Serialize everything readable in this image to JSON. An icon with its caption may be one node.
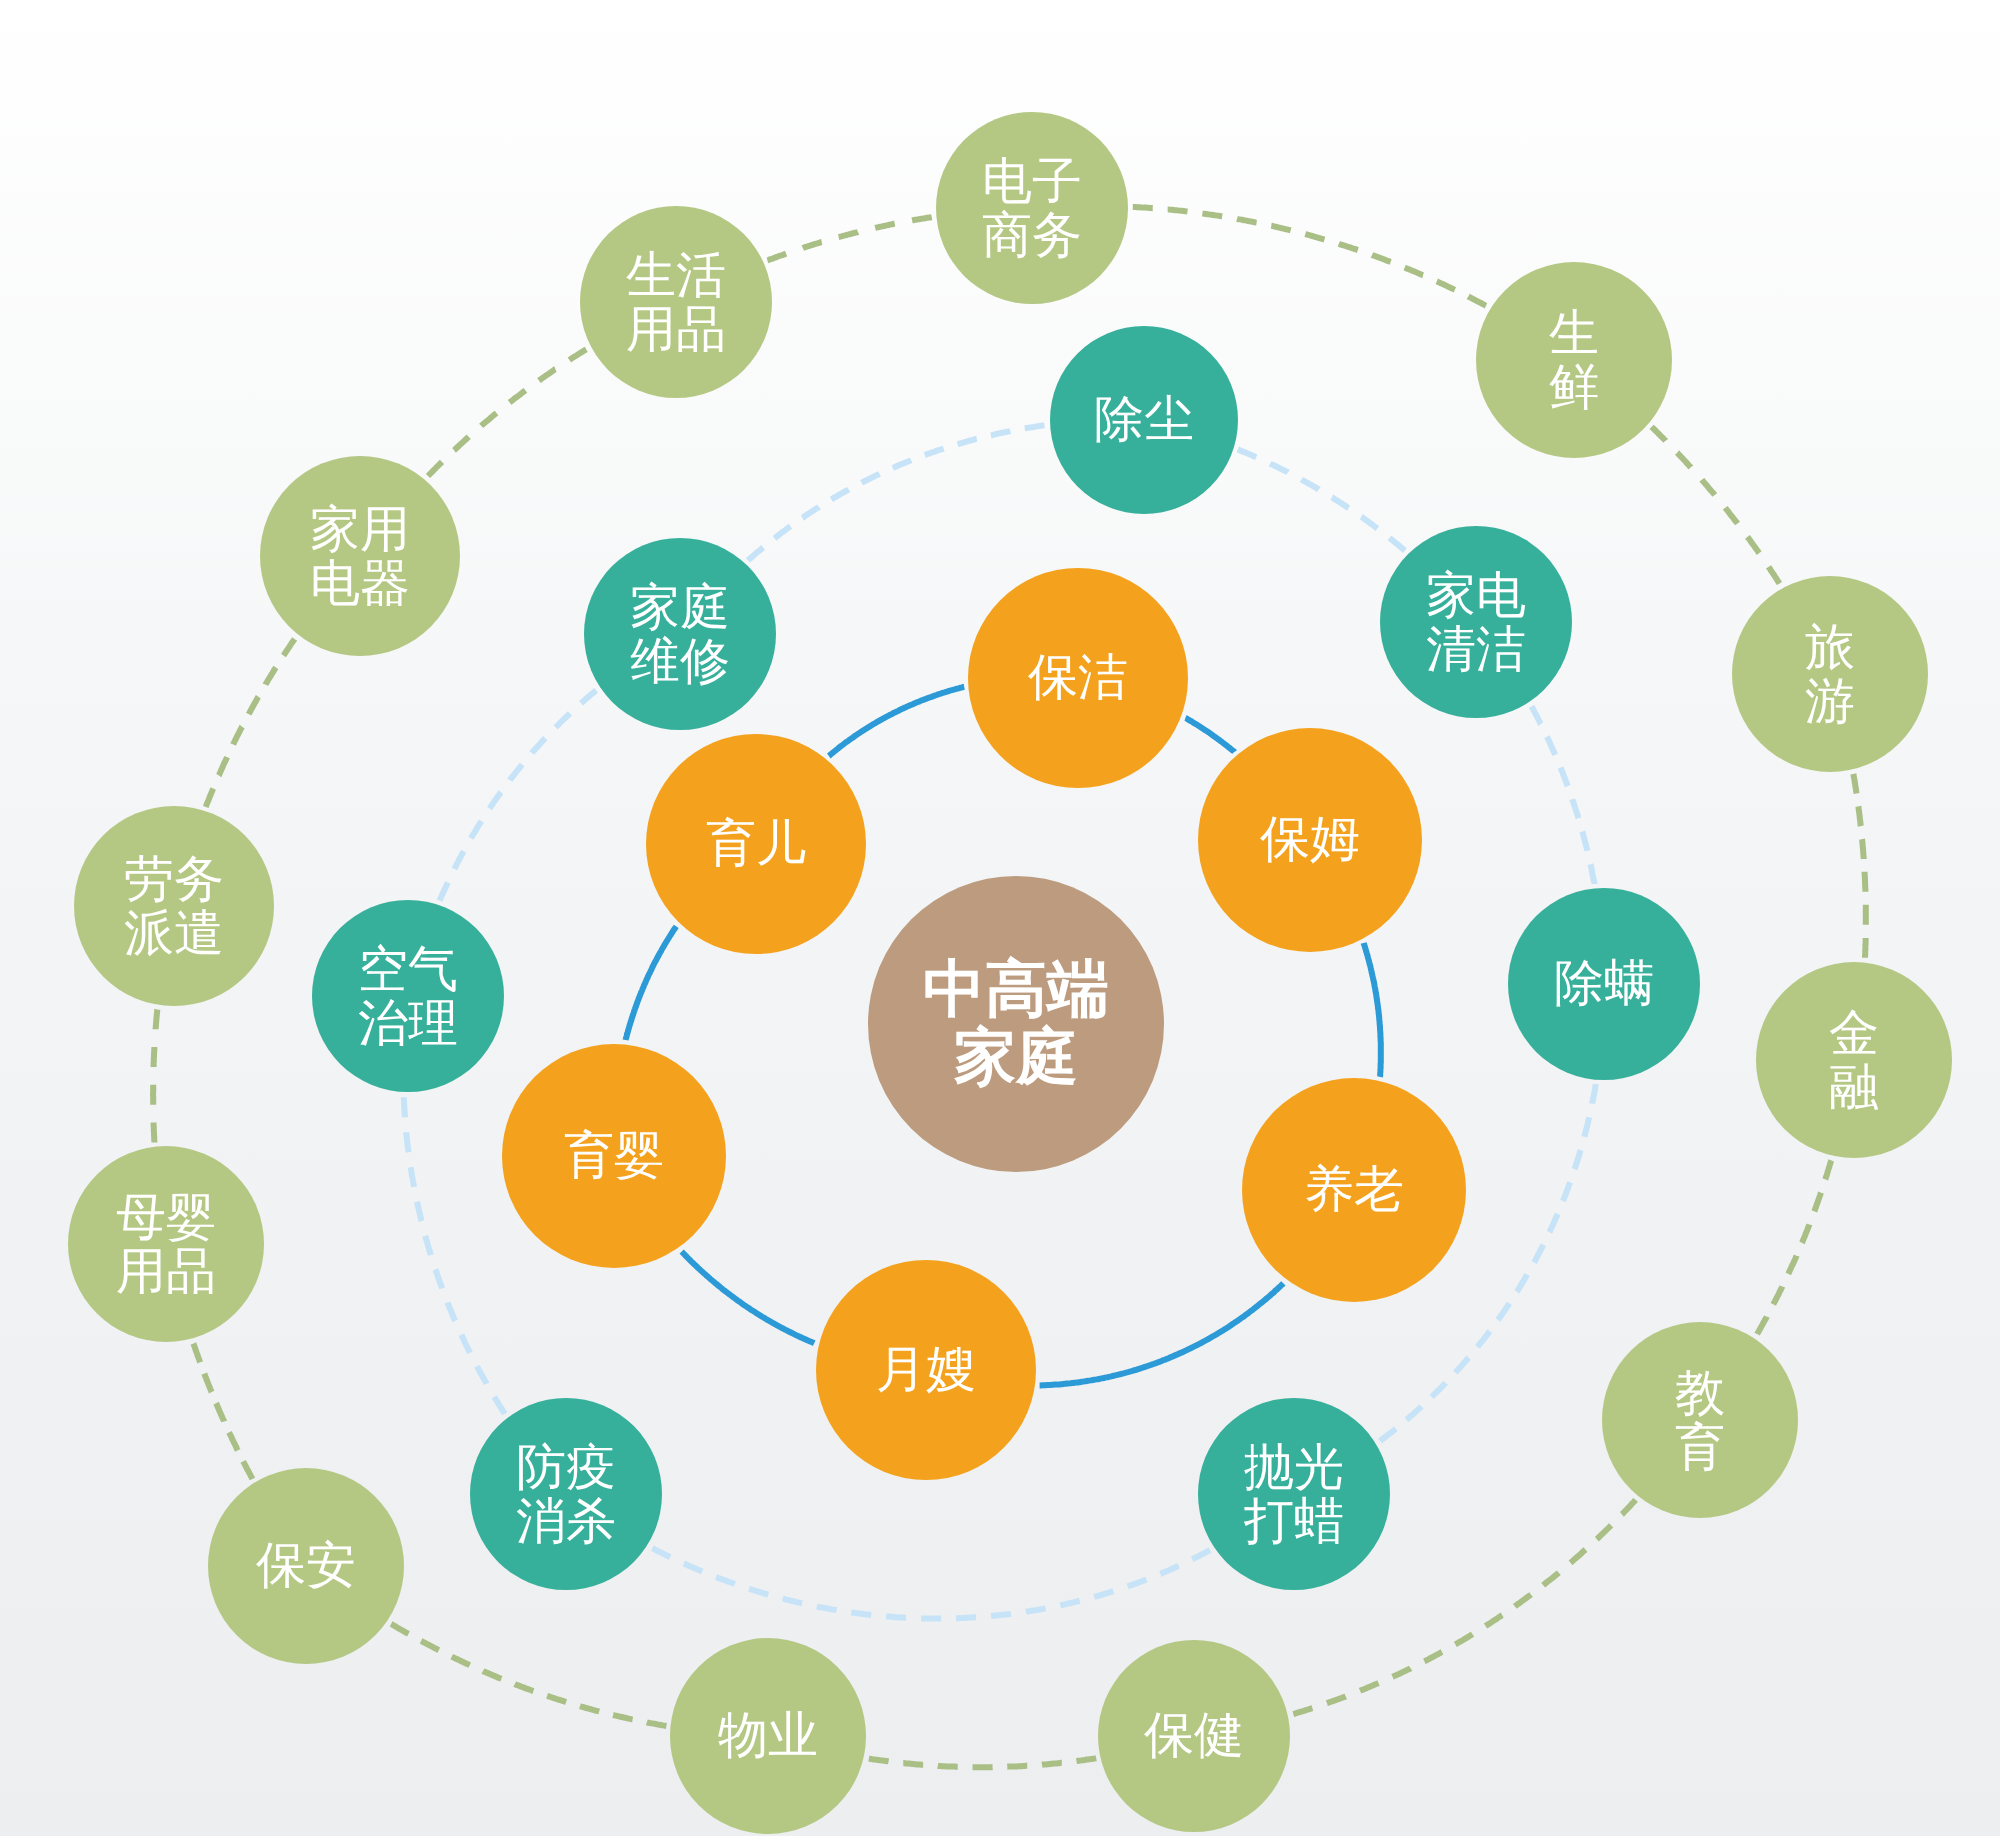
{
  "diagram": {
    "nodes": [
      {
        "text": [
          "中高端家庭"
        ]
      },
      {
        "text": [
          "保洁"
        ]
      },
      {
        "text": [
          "保姆"
        ]
      },
      {
        "text": [
          "养老"
        ]
      },
      {
        "text": [
          "月嫂"
        ]
      },
      {
        "text": [
          "育婴"
        ]
      },
      {
        "text": [
          "育儿"
        ]
      },
      {
        "text": [
          "除尘"
        ]
      },
      {
        "text": [
          "家电清洁"
        ]
      },
      {
        "text": [
          "除螨"
        ]
      },
      {
        "text": [
          "抛光打蜡"
        ]
      },
      {
        "text": [
          "防疫消杀"
        ]
      },
      {
        "text": [
          "空气治理"
        ]
      },
      {
        "text": [
          "家庭维修"
        ]
      },
      {
        "text": [
          "电子商务"
        ]
      },
      {
        "text": [
          "生鲜"
        ]
      },
      {
        "text": [
          "旅游"
        ]
      },
      {
        "text": [
          "金融"
        ]
      },
      {
        "text": [
          "教育"
        ]
      },
      {
        "text": [
          "保健"
        ]
      },
      {
        "text": [
          "物业"
        ]
      },
      {
        "text": [
          "保安"
        ]
      },
      {
        "text": [
          "母婴用品"
        ]
      },
      {
        "text": [
          "劳务派遣"
        ]
      },
      {
        "text": [
          "家用电器"
        ]
      },
      {
        "text": [
          "生活用品"
        ]
      }
    ],
    "edges": [
      {
        "from": 1,
        "to": 2,
        "arrow": "none",
        "color": "#2b9ad6"
      },
      {
        "from": 2,
        "to": 3,
        "arrow": "none",
        "color": "#2b9ad6"
      },
      {
        "from": 3,
        "to": 4,
        "arrow": "none",
        "color": "#2b9ad6"
      },
      {
        "from": 4,
        "to": 5,
        "arrow": "none",
        "color": "#2b9ad6"
      },
      {
        "from": 5,
        "to": 6,
        "arrow": "none",
        "color": "#2b9ad6"
      },
      {
        "from": 6,
        "to": 1,
        "arrow": "none",
        "color": "#2b9ad6"
      },
      {
        "from": 7,
        "to": 8,
        "arrow": "none",
        "style": "dashed",
        "color": "#c6e3f7"
      },
      {
        "from": 8,
        "to": 9,
        "arrow": "none",
        "style": "dashed",
        "color": "#c6e3f7"
      },
      {
        "from": 9,
        "to": 10,
        "arrow": "none",
        "style": "dashed",
        "color": "#c6e3f7"
      },
      {
        "from": 10,
        "to": 11,
        "arrow": "none",
        "style": "dashed",
        "color": "#c6e3f7"
      },
      {
        "from": 11,
        "to": 12,
        "arrow": "none",
        "style": "dashed",
        "color": "#c6e3f7"
      },
      {
        "from": 12,
        "to": 13,
        "arrow": "none",
        "style": "dashed",
        "color": "#c6e3f7"
      },
      {
        "from": 13,
        "to": 7,
        "arrow": "none",
        "style": "dashed",
        "color": "#c6e3f7"
      },
      {
        "from": 14,
        "to": 15,
        "arrow": "none",
        "style": "dashed"
      },
      {
        "from": 15,
        "to": 16,
        "arrow": "none",
        "style": "dashed"
      },
      {
        "from": 16,
        "to": 17,
        "arrow": "none",
        "style": "dashed"
      },
      {
        "from": 17,
        "to": 18,
        "arrow": "none",
        "style": "dashed"
      },
      {
        "from": 18,
        "to": 19,
        "arrow": "none",
        "style": "dashed"
      },
      {
        "from": 19,
        "to": 20,
        "arrow": "none",
        "style": "dashed"
      },
      {
        "from": 20,
        "to": 21,
        "arrow": "none",
        "style": "dashed"
      },
      {
        "from": 21,
        "to": 22,
        "arrow": "none",
        "style": "dashed"
      },
      {
        "from": 22,
        "to": 23,
        "arrow": "none",
        "style": "dashed"
      },
      {
        "from": 23,
        "to": 24,
        "arrow": "none",
        "style": "dashed"
      },
      {
        "from": 24,
        "to": 25,
        "arrow": "none",
        "style": "dashed"
      },
      {
        "from": 25,
        "to": 14,
        "arrow": "none",
        "style": "dashed"
      }
    ]
  }
}
